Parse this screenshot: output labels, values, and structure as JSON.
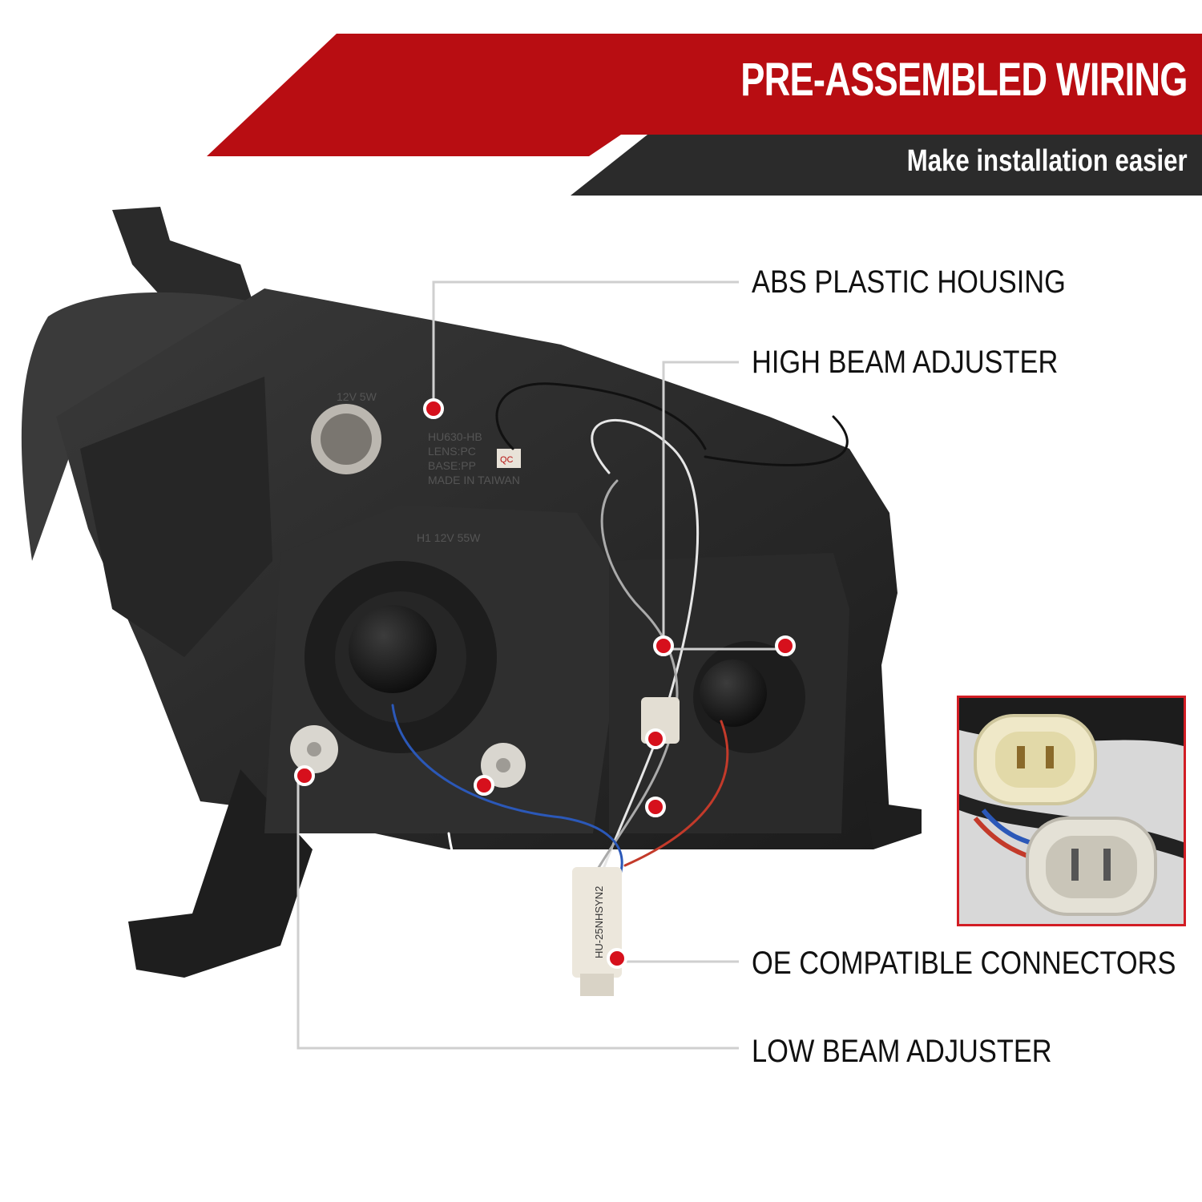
{
  "header": {
    "title": "PRE-ASSEMBLED WIRING",
    "subtitle": "Make installation easier"
  },
  "callouts": [
    {
      "label": "ABS PLASTIC HOUSING"
    },
    {
      "label": "HIGH BEAM ADJUSTER"
    },
    {
      "label": "OE COMPATIBLE CONNECTORS"
    },
    {
      "label": "LOW BEAM ADJUSTER"
    }
  ],
  "housing_markings": {
    "model": "HU630-HB",
    "lens": "LENS:PC",
    "base": "BASE:PP",
    "origin": "MADE IN TAIWAN",
    "qc": "QC",
    "bulb_low": "H1 12V 55W",
    "side_bulb": "12V 5W",
    "connector_tag": "HU-25NHSYN2"
  },
  "colors": {
    "banner_red": "#b80d12",
    "banner_dark": "#2b2b2b",
    "marker_red": "#d6101c",
    "inset_border": "#d21d24"
  }
}
